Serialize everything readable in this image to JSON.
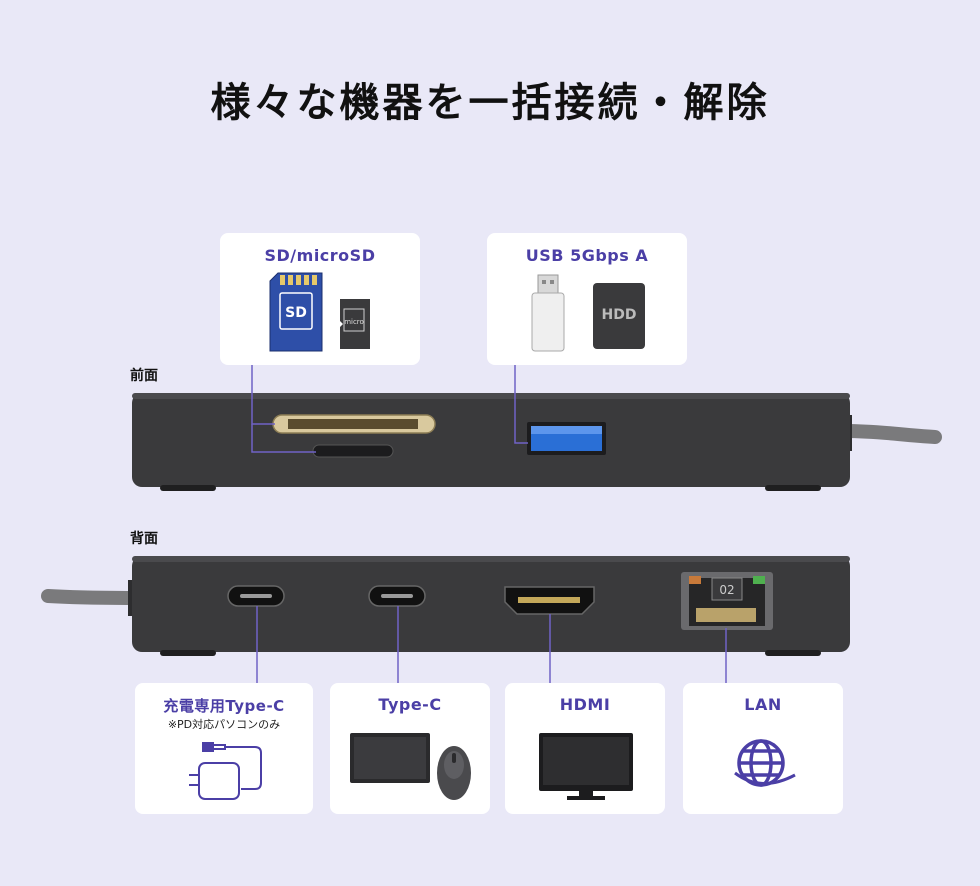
{
  "title": "様々な機器を一括接続・解除",
  "front_label": "前面",
  "back_label": "背面",
  "top_cards": [
    {
      "label": "SD/microSD"
    },
    {
      "label": "USB 5Gbps A",
      "hdd_text": "HDD"
    }
  ],
  "bottom_cards": [
    {
      "label": "充電専用Type-C",
      "note": "※PD対応パソコンのみ"
    },
    {
      "label": "Type-C"
    },
    {
      "label": "HDMI"
    },
    {
      "label": "LAN"
    }
  ],
  "lan_port_text": "02",
  "colors": {
    "background": "#e9e8f7",
    "accent": "#4b3fa6",
    "device": "#3a3a3c",
    "usb_blue": "#2a6fd6"
  }
}
